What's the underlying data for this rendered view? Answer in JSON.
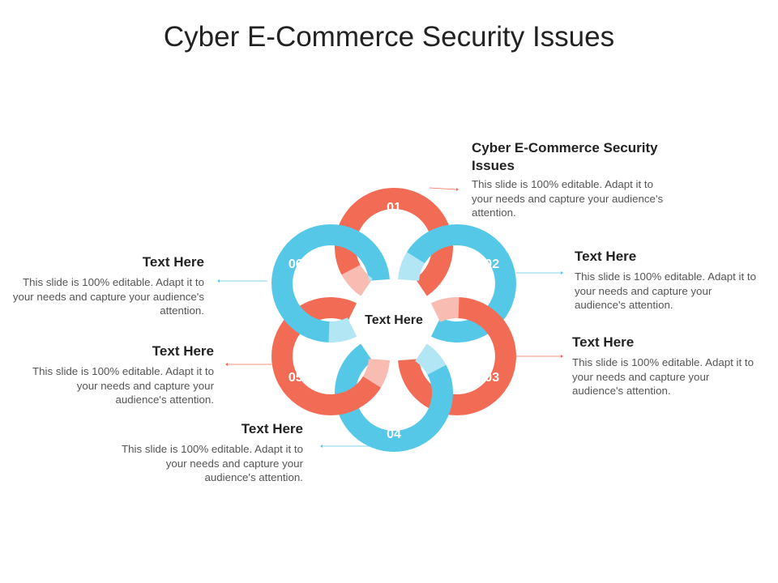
{
  "title": "Cyber E-Commerce Security Issues",
  "center_label": "Text Here",
  "colors": {
    "red": "#F26B55",
    "blue": "#55C8E8"
  },
  "items": [
    {
      "number": "01",
      "heading": "Cyber E-Commerce Security Issues",
      "body": "This slide is 100% editable. Adapt it to your needs and capture your audience's attention.",
      "color": "red"
    },
    {
      "number": "02",
      "heading": "Text Here",
      "body": "This slide is 100% editable. Adapt it to your needs and capture your audience's attention.",
      "color": "blue"
    },
    {
      "number": "03",
      "heading": "Text Here",
      "body": "This slide is 100% editable. Adapt it to your needs and capture your audience's attention.",
      "color": "red"
    },
    {
      "number": "04",
      "heading": "Text Here",
      "body": "This slide is 100% editable. Adapt it to your needs and capture your audience's attention.",
      "color": "blue"
    },
    {
      "number": "05",
      "heading": "Text Here",
      "body": "This slide is 100% editable. Adapt it to your needs and capture your audience's attention.",
      "color": "red"
    },
    {
      "number": "06",
      "heading": "Text Here",
      "body": "This slide is 100% editable. Adapt it to your needs and capture your audience's attention.",
      "color": "blue"
    }
  ]
}
